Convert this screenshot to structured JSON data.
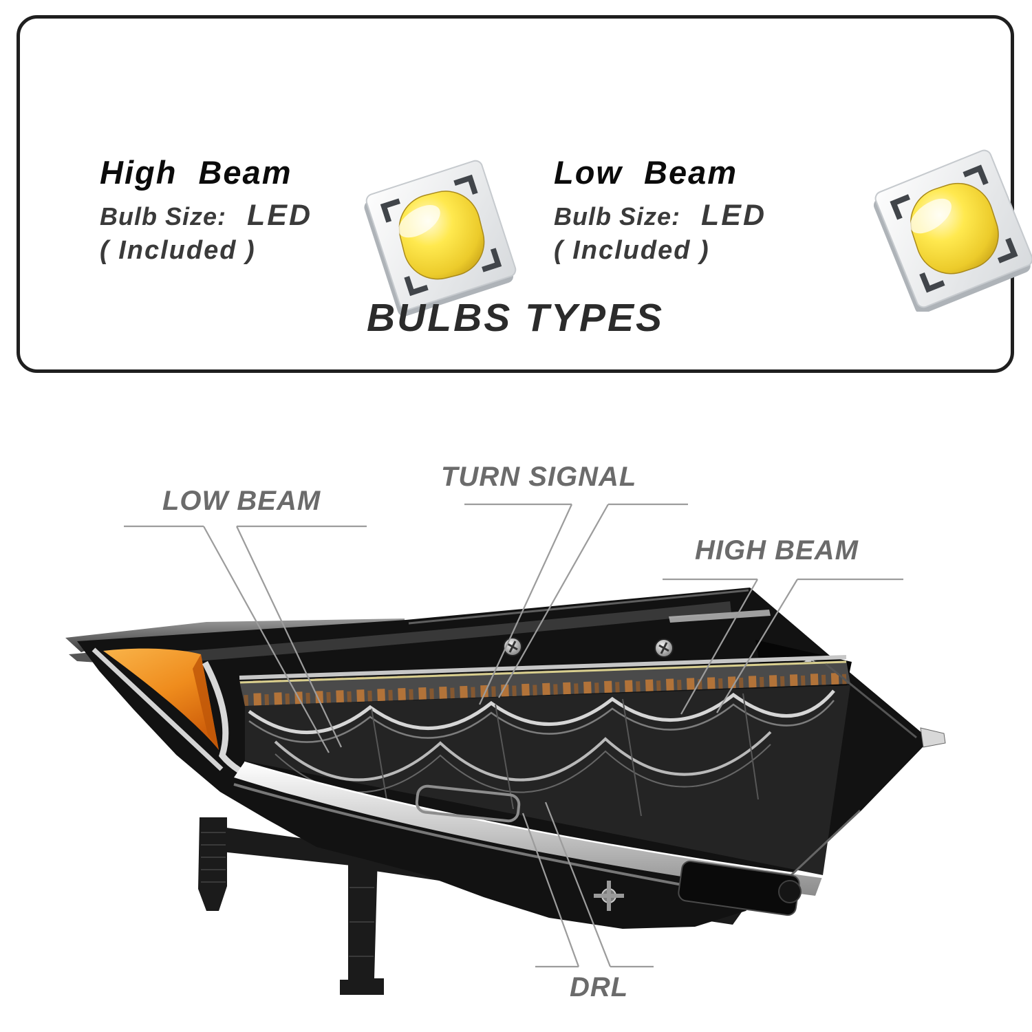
{
  "panel": {
    "title": "BULBS TYPES",
    "bulbs": [
      {
        "name": "High Beam",
        "size_label": "Bulb Size:",
        "size_value": "LED",
        "included": "( Included )"
      },
      {
        "name": "Low Beam",
        "size_label": "Bulb Size:",
        "size_value": "LED",
        "included": "( Included )"
      }
    ]
  },
  "diagram": {
    "callouts": [
      {
        "id": "low-beam",
        "label": "LOW BEAM"
      },
      {
        "id": "turn-signal",
        "label": "TURN SIGNAL"
      },
      {
        "id": "high-beam",
        "label": "HIGH BEAM"
      },
      {
        "id": "drl",
        "label": "DRL"
      }
    ]
  },
  "icons": {
    "led_chip": "led-chip-icon"
  },
  "colors": {
    "panel_border": "#1f1f1f",
    "title_text": "#2b2b2b",
    "bulb_name_text": "#0b0b0b",
    "bulb_detail_text": "#3a3a3a",
    "callout_text": "#6b6b6b",
    "callout_line": "#9c9c9c",
    "led_dome_yellow": "#f2d932",
    "amber_reflector": "#e8821e",
    "housing_black": "#121212",
    "chrome": "#d9d9d9"
  }
}
